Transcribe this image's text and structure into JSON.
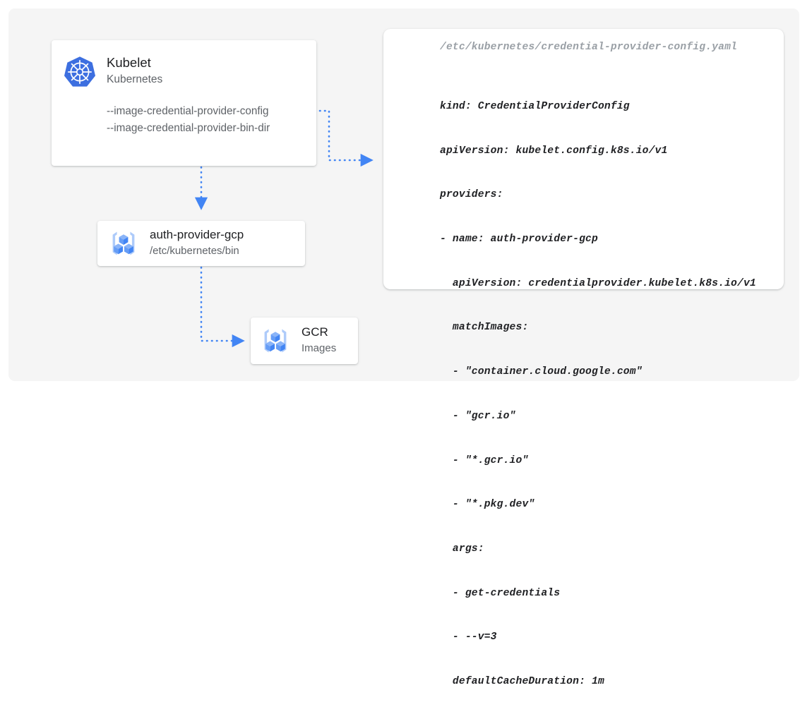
{
  "canvas": {
    "background_color": "#f5f5f5",
    "page_background_color": "#ffffff"
  },
  "theme": {
    "accent_blue": "#4285f4",
    "icon_light_blue": "#aecbfa",
    "icon_mid_blue": "#669df6",
    "text_primary": "#202124",
    "text_secondary": "#5f6368",
    "text_muted": "#9aa0a6",
    "card_background": "#ffffff"
  },
  "kubelet_card": {
    "icon": "kubernetes-helm-logo",
    "title": "Kubelet",
    "subtitle": "Kubernetes",
    "flags": [
      "--image-credential-provider-config",
      "--image-credential-provider-bin-dir"
    ]
  },
  "auth_provider_card": {
    "icon": "container-registry-icon",
    "title": "auth-provider-gcp",
    "subtitle": "/etc/kubernetes/bin"
  },
  "gcr_card": {
    "icon": "container-registry-icon",
    "title": "GCR",
    "subtitle": "Images"
  },
  "yaml_card": {
    "filename": "/etc/kubernetes/credential-provider-config.yaml",
    "lines": [
      "kind: CredentialProviderConfig",
      "apiVersion: kubelet.config.k8s.io/v1",
      "providers:",
      "- name: auth-provider-gcp",
      "  apiVersion: credentialprovider.kubelet.k8s.io/v1",
      "  matchImages:",
      "  - \"container.cloud.google.com\"",
      "  - \"gcr.io\"",
      "  - \"*.gcr.io\"",
      "  - \"*.pkg.dev\"",
      "  args:",
      "  - get-credentials",
      "  - --v=3",
      "  defaultCacheDuration: 1m"
    ]
  },
  "connectors": [
    {
      "name": "kubelet-config-to-yaml",
      "from": "kubelet-config-flag",
      "to": "yaml-card",
      "style": "dotted",
      "arrowhead": true
    },
    {
      "name": "kubelet-to-auth-provider",
      "from": "kubelet-card",
      "to": "auth-provider-card",
      "style": "dotted",
      "arrowhead": true
    },
    {
      "name": "auth-provider-to-gcr",
      "from": "auth-provider-card",
      "to": "gcr-card",
      "style": "dotted",
      "arrowhead": true
    }
  ]
}
